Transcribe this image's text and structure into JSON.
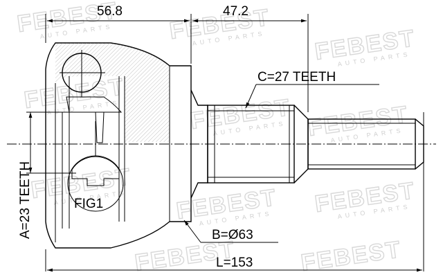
{
  "dimensions": {
    "bell_length": "56.8",
    "shaft_length": "47.2",
    "outer_spline": "C=27 TEETH",
    "inner_spline": "A=23 TEETH",
    "boot_diameter": "B=Ø63",
    "total_length": "L=153"
  },
  "figure_label": "FIG1",
  "watermark": {
    "brand": "FEBEST",
    "sub": "AUTO PARTS"
  }
}
